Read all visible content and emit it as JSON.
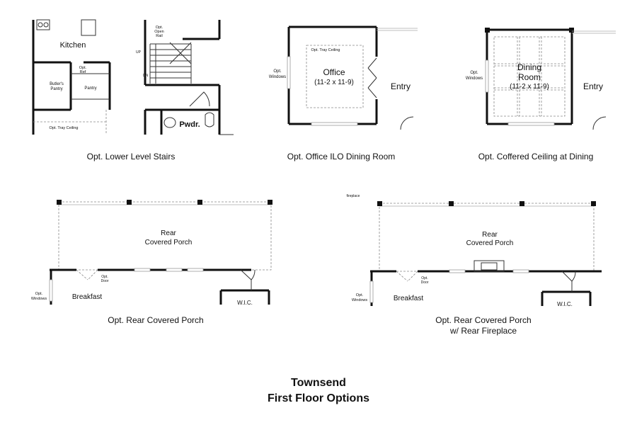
{
  "plans": {
    "stairs": {
      "caption": "Opt. Lower Level Stairs",
      "kitchen": "Kitchen",
      "opt_open_rail": [
        "Opt.",
        "Open",
        "Rail"
      ],
      "up": "UP",
      "dn": "DN",
      "opt_ref": [
        "Opt.",
        "Ref"
      ],
      "butlers_pantry": [
        "Butler's",
        "Pantry"
      ],
      "pantry": "Pantry",
      "pwdr": "Pwdr.",
      "tray_ceiling": "Opt. Tray Ceiling"
    },
    "office": {
      "caption": "Opt. Office ILO Dining Room",
      "tray_ceiling": "Opt. Tray Ceiling",
      "room": "Office",
      "dims": "(11-2 x 11-9)",
      "windows": [
        "Opt.",
        "Windows"
      ],
      "entry": "Entry"
    },
    "coffered": {
      "caption": "Opt. Coffered Ceiling at Dining",
      "room_line1": "Dining",
      "room_line2": "Room",
      "dims": "(11-2 x 11-9)",
      "windows": [
        "Opt.",
        "Windows"
      ],
      "entry": "Entry"
    },
    "porch": {
      "caption": "Opt. Rear Covered Porch",
      "room_line1": "Rear",
      "room_line2": "Covered Porch",
      "opt_door": [
        "Opt.",
        "Door"
      ],
      "windows": [
        "Opt.",
        "Windows"
      ],
      "breakfast": "Breakfast",
      "wic": "W.I.C."
    },
    "porch_fireplace": {
      "caption_line1": "Opt. Rear Covered Porch",
      "caption_line2": "w/ Rear Fireplace",
      "fireplace": "fireplace",
      "room_line1": "Rear",
      "room_line2": "Covered Porch",
      "opt_door": [
        "Opt.",
        "Door"
      ],
      "windows": [
        "Opt.",
        "Windows"
      ],
      "breakfast": "Breakfast",
      "wic": "W.I.C."
    }
  },
  "title": {
    "line1": "Townsend",
    "line2": "First Floor Options"
  }
}
